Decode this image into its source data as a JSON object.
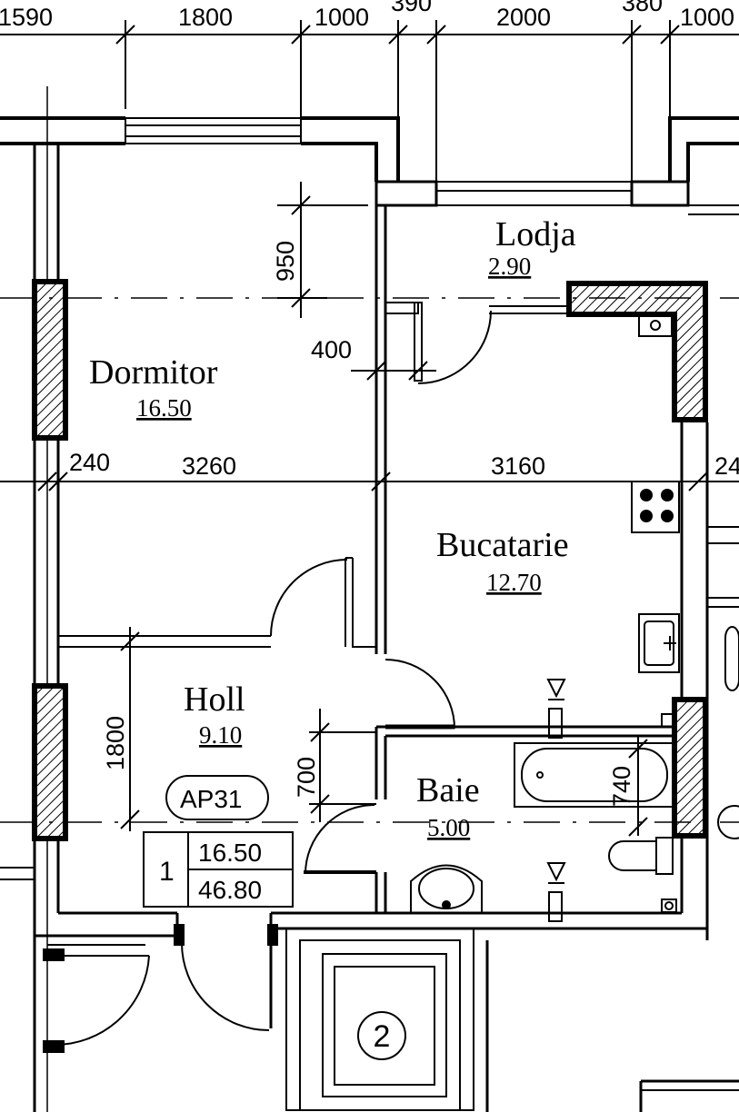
{
  "dimensions": {
    "top": [
      "1590",
      "1800",
      "1000",
      "390",
      "2000",
      "380",
      "1000"
    ],
    "middle": [
      "240",
      "3260",
      "3160",
      "24"
    ],
    "vertical": [
      "950",
      "400",
      "1800",
      "700",
      "740"
    ]
  },
  "rooms": [
    {
      "name": "Dormitor",
      "area": "16.50"
    },
    {
      "name": "Lodja",
      "area": "2.90"
    },
    {
      "name": "Bucatarie",
      "area": "12.70"
    },
    {
      "name": "Holl",
      "area": "9.10"
    },
    {
      "name": "Baie",
      "area": "5.00"
    }
  ],
  "apartment": {
    "label": "AP31",
    "number": "1",
    "living_area": "16.50",
    "total_area": "46.80"
  },
  "stair_marker": "2"
}
